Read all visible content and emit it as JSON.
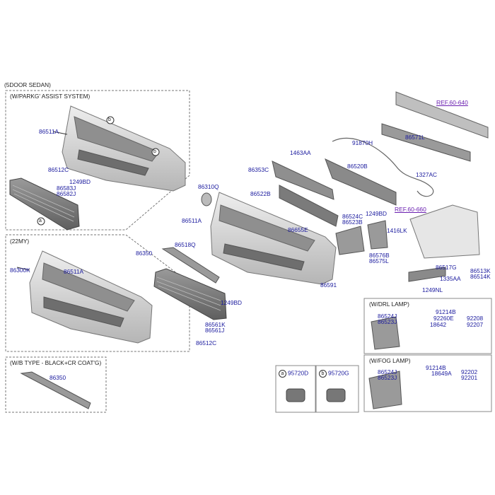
{
  "section": {
    "main_title": "(5DOOR SEDAN)",
    "parking_assist": "(W/PARKG' ASSIST SYSTEM)",
    "year_22": "(22MY)",
    "b_type": "(W/B TYPE - BLACK+CR COAT'G)",
    "drl_lamp": "(W/DRL LAMP)",
    "fog_lamp": "(W/FOG LAMP)"
  },
  "refs": {
    "ref_640": "REF.60-640",
    "ref_660": "REF.60-660"
  },
  "callouts": {
    "a": "a",
    "b": "b"
  },
  "sensors": {
    "a_part": "95720D",
    "b_part": "95720G"
  },
  "parts": {
    "p86511A_1": "86511A",
    "p86512C_1": "86512C",
    "p1249BD_1": "1249BD",
    "p86583J": "86583J",
    "p86582J": "86582J",
    "p86511A_2": "86511A",
    "p86300K": "86300K",
    "p86350_1": "86350",
    "p86310Q": "86310Q",
    "p86511A_3": "86511A",
    "p86518Q": "86518Q",
    "p86350_2": "86350",
    "p1249BD_2": "1249BD",
    "p86561K": "86561K",
    "p86561J": "86561J",
    "p86512C_2": "86512C",
    "p1463AA": "1463AA",
    "p86353C": "86353C",
    "p86522B": "86522B",
    "p86655E": "86655E",
    "p91870H": "91870H",
    "p86520B": "86520B",
    "p86571L": "86571L",
    "p1327AC": "1327AC",
    "p86524C": "86524C",
    "p86523B": "86523B",
    "p1249BD_3": "1249BD",
    "p1416LK": "1416LK",
    "p86576B": "86576B",
    "p86575L": "86575L",
    "p86591": "86591",
    "p86517G": "86517G",
    "p86513K": "86513K",
    "p86514K": "86514K",
    "p1335AA": "1335AA",
    "p1249NL": "1249NL",
    "drl_86524J": "86524J",
    "drl_86523J": "86523J",
    "drl_91214B": "91214B",
    "drl_92260E": "92260E",
    "drl_18642": "18642",
    "drl_92208": "92208",
    "drl_92207": "92207",
    "fog_86524J": "86524J",
    "fog_86523J": "86523J",
    "fog_91214B": "91214B",
    "fog_18649A": "18649A",
    "fog_92202": "92202",
    "fog_92201": "92201"
  }
}
